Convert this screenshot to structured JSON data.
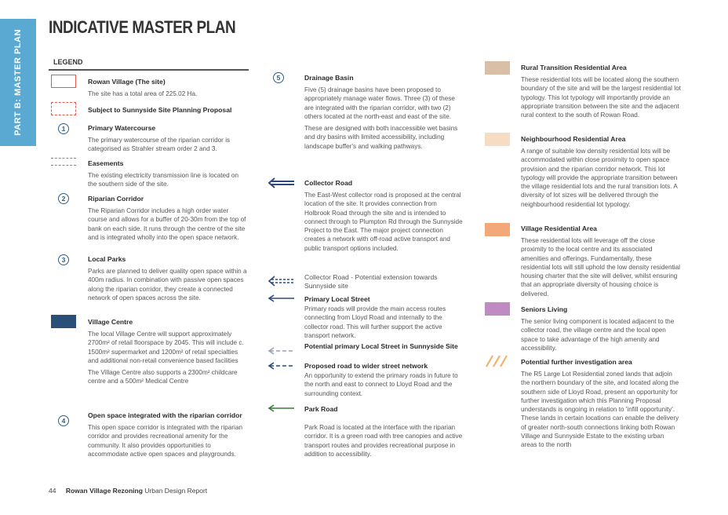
{
  "sidebar": {
    "label": "PART B: MASTER PLAN"
  },
  "title": "INDICATIVE MASTER PLAN",
  "legend_heading": "LEGEND",
  "col1": [
    {
      "title": "Rowan Village (The site)",
      "body": [
        "The site has a total area of 225.02 Ha."
      ]
    },
    {
      "title": "Subject to Sunnyside Site Planning Proposal",
      "body": []
    },
    {
      "number": "1",
      "title": "Primary Watercourse",
      "body": [
        "The primary watercourse of the riparian corridor is categorised as Strahler stream order 2 and 3."
      ]
    },
    {
      "title": "Easements",
      "body": [
        "The existing electricity transmission line is located on the southern side of the site."
      ]
    },
    {
      "number": "2",
      "title": "Riparian Corridor",
      "body": [
        "The Riparian Corridor includes a high order water course and allows for a buffer of 20-30m from the top of bank on each side. It runs through the centre of the site and is integrated wholly into the open space network."
      ]
    },
    {
      "number": "3",
      "title": "Local Parks",
      "body": [
        "Parks are planned to deliver quality open space within a 400m radius. In combination with passive open spaces along the riparian corridor, they create a connected network of open spaces across the site."
      ]
    },
    {
      "title": "Village Centre",
      "body": [
        "The local Village Centre will support approximately 2700m² of retail floorspace by 2045. This will include c. 1500m² supermarket and 1200m² of retail specialties and additional non-retail convenience based facilities",
        "The Village Centre also supports a 2300m² childcare centre and a 500m² Medical Centre"
      ]
    },
    {
      "number": "4",
      "title": "Open space integrated with the riparian corridor",
      "body": [
        "This open space corridor is integrated with the riparian corridor and provides recreational amenity for the community. It also provides opportunities to accommodate active open spaces and playgrounds."
      ]
    }
  ],
  "col2": [
    {
      "number": "5",
      "title": "Drainage Basin",
      "body": [
        "Five (5) drainage basins have been proposed to appropriately manage water flows. Three (3) of these are integrated with the riparian corridor, with two (2) others located at the north-east and east of the site.",
        "These are designed with both inaccessible wet basins and dry basins with limited accessibility, including landscape buffer's and walking pathways."
      ]
    },
    {
      "title": "Collector Road",
      "body": [
        "The East-West collector road is proposed at the central location of the site. It provides connection from Holbrook Road through the site and is intended to connect through to Plumpton Rd through the Sunnyside Project to the East. The major project connection creates a network with off-road active transport and public transport options included."
      ]
    },
    {
      "title": "Collector Road - Potential extension towards Sunnyside site",
      "body": []
    },
    {
      "title": "Primary Local Street",
      "body": [
        "Primary roads will provide the main access routes connecting from Lloyd Road and internally to the collector road. This will further support the active transport network."
      ]
    },
    {
      "title": "Potential primary Local Street in Sunnyside Site",
      "body": []
    },
    {
      "title": "Proposed road to wider street network",
      "body": [
        "An opportunity to extend the primary roads in future to the north and east to connect to Lloyd Road and the surrounding context."
      ]
    },
    {
      "title": "Park Road",
      "body": [
        "Park Road is located at the interface with the riparian corridor. It is a green road with tree canopies and active transport routes and provides recreational purpose in addition to accessibility."
      ]
    }
  ],
  "col3": [
    {
      "title": "Rural Transition Residential Area",
      "body": [
        "These residential lots will be located along the southern boundary of the site and will be the largest residential lot typology. This lot typology will importantly provide an appropriate transition between the site and the adjacent rural context to the south of Rowan Road."
      ]
    },
    {
      "title": "Neighbourhood Residential Area",
      "body": [
        "A range of suitable low density residential lots will be accommodated within close proximity to open space provision and the riparian corridor network. This lot typology will provide the appropriate transition between the village residential lots and the rural transition lots. A diversity of lot sizes will be delivered through the neighbourhood residential lot typology."
      ]
    },
    {
      "title": "Village Residential Area",
      "body": [
        "These residential lots will leverage off the close proximity to the local centre and its associated amenities and offerings. Fundamentally, these residential lots will still uphold the low density residential housing charter that the site will deliver, whilst ensuring that an appropriate diversity of housing choice is delivered."
      ]
    },
    {
      "title": "Seniors Living",
      "body": [
        "The senior living component is located adjacent to the collector road, the village centre and the local open space to take advantage of the high amenity and accessibility."
      ]
    },
    {
      "title": "Potential further investigation area",
      "body": [
        "The R5 Large Lot Residential zoned lands that adjoin the northern boundary of the site, and located along the southern side of Lloyd Road, present an opportunity for further investigation which this Planning Proposal understands is ongoing in relation to 'infill opportunity'. These lands in certain locations can enable the delivery of greater north-south connections linking both Rowan Village and Sunnyside Estate to the existing urban areas to the north"
      ]
    }
  ],
  "footer": {
    "page": "44",
    "report_title": "Rowan Village Rezoning",
    "report_type": "Urban Design Report"
  },
  "colors": {
    "sidebar": "#5aa9d3",
    "site_boundary": "#e05a4e",
    "village_centre": "#2b5078",
    "collector_road": "#2e4a7d",
    "local_street": "#2e4a7d",
    "park_road": "#3e7a3a",
    "rural_transition": "#d9bfa5",
    "neighbourhood": "#f6dcc3",
    "village_residential": "#f2a878",
    "seniors": "#c08ac2",
    "investigation": "#f2b36b"
  }
}
